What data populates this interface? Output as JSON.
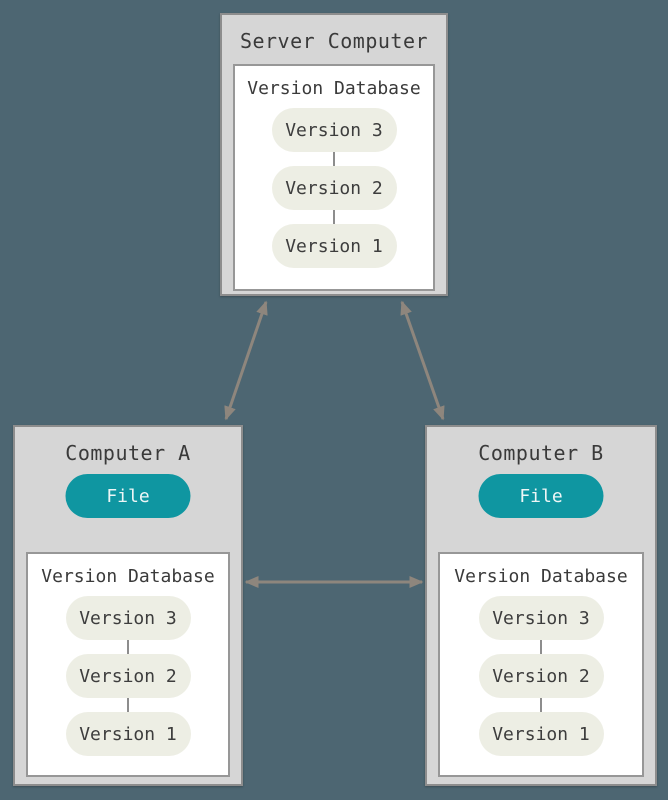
{
  "colors": {
    "background": "#4d6672",
    "machine_box_fill": "#d6d6d6",
    "machine_box_border": "#8d8d8d",
    "database_panel_fill": "#ffffff",
    "database_panel_border": "#979797",
    "version_pill_fill": "#edeee4",
    "file_pill_fill": "#0f96a1",
    "arrow": "#8e867d",
    "text": "#3d3d3d",
    "file_pill_text": "#eef6f6"
  },
  "diagram": {
    "server": {
      "title": "Server Computer",
      "database_label": "Version Database",
      "versions": [
        "Version 3",
        "Version 2",
        "Version 1"
      ]
    },
    "computer_a": {
      "title": "Computer A",
      "file_label": "File",
      "database_label": "Version Database",
      "versions": [
        "Version 3",
        "Version 2",
        "Version 1"
      ]
    },
    "computer_b": {
      "title": "Computer B",
      "file_label": "File",
      "database_label": "Version Database",
      "versions": [
        "Version 3",
        "Version 2",
        "Version 1"
      ]
    }
  }
}
